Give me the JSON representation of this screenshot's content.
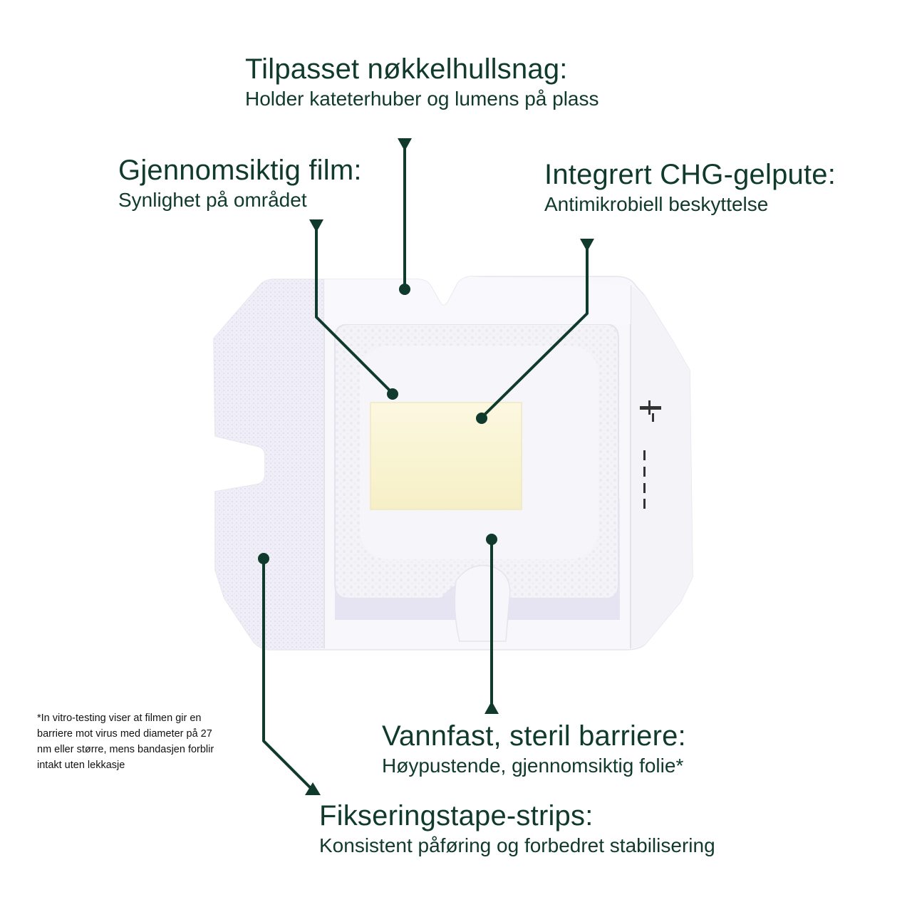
{
  "labels": {
    "keyhole": {
      "title": "Tilpasset nøkkelhullsnag:",
      "sub": "Holder kateterhuber og lumens på plass"
    },
    "film": {
      "title": "Gjennomsiktig film:",
      "sub": "Synlighet på området"
    },
    "chg": {
      "title": "Integrert CHG-gelpute:",
      "sub": "Antimikrobiell beskyttelse"
    },
    "barrier": {
      "title": "Vannfast, steril barriere:",
      "sub": "Høypustende, gjennomsiktig folie*"
    },
    "strips": {
      "title": "Fikseringstape-strips:",
      "sub": "Konsistent påføring og forbedret stabilisering"
    }
  },
  "footnote": "*In vitro-testing viser at filmen gir en barriere mot virus med diameter på 27 nm eller større, mens bandasjen forblir intakt uten lekkasje",
  "colors": {
    "text": "#0f3a2c",
    "leader": "#0f3a2c",
    "dressing": "#f7f6fa",
    "tape": "#ecebf4",
    "gel": "#fbf6d8"
  }
}
